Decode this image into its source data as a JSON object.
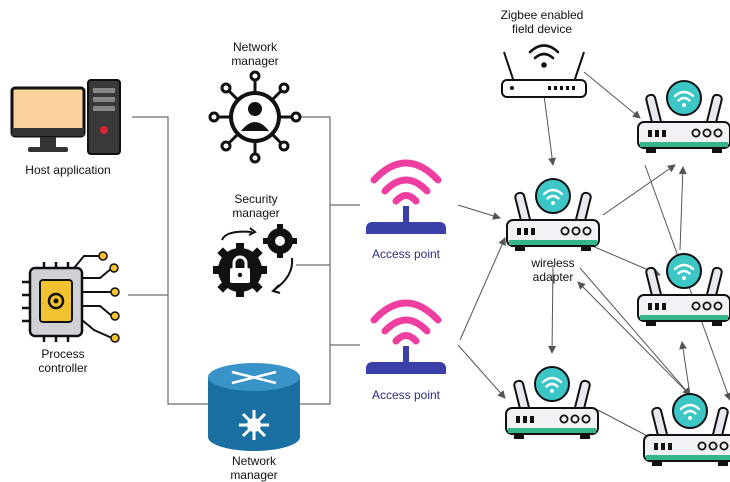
{
  "labels": {
    "host_application": "Host application",
    "process_controller_line1": "Process",
    "process_controller_line2": "controller",
    "network_manager_top_line1": "Network",
    "network_manager_top_line2": "manager",
    "security_manager_line1": "Security",
    "security_manager_line2": "manager",
    "network_manager_bottom_line1": "Network",
    "network_manager_bottom_line2": "manager",
    "access_point_1": "Access point",
    "access_point_2": "Access point",
    "zigbee_line1": "Zigbee enabled",
    "zigbee_line2": "field device",
    "wireless_adapter_line1": "wireless",
    "wireless_adapter_line2": "adapter"
  },
  "colors": {
    "access_point_waves": "#ee3fa0",
    "access_point_body": "#3b3fa8",
    "router_wifi": "#3cc6c6",
    "router_stripe": "#36b58c",
    "monitor_screen": "#fbd29c",
    "chip": "#f2c230",
    "switch_body": "#1a6fa3"
  },
  "icons": {
    "host": "desktop-computer-icon",
    "controller": "microchip-icon",
    "network_manager_top": "network-user-icon",
    "security_manager": "gear-lock-icon",
    "network_manager_bottom": "network-switch-icon",
    "access_point": "access-point-icon",
    "zigbee": "wifi-router-icon",
    "router": "wireless-router-icon"
  }
}
